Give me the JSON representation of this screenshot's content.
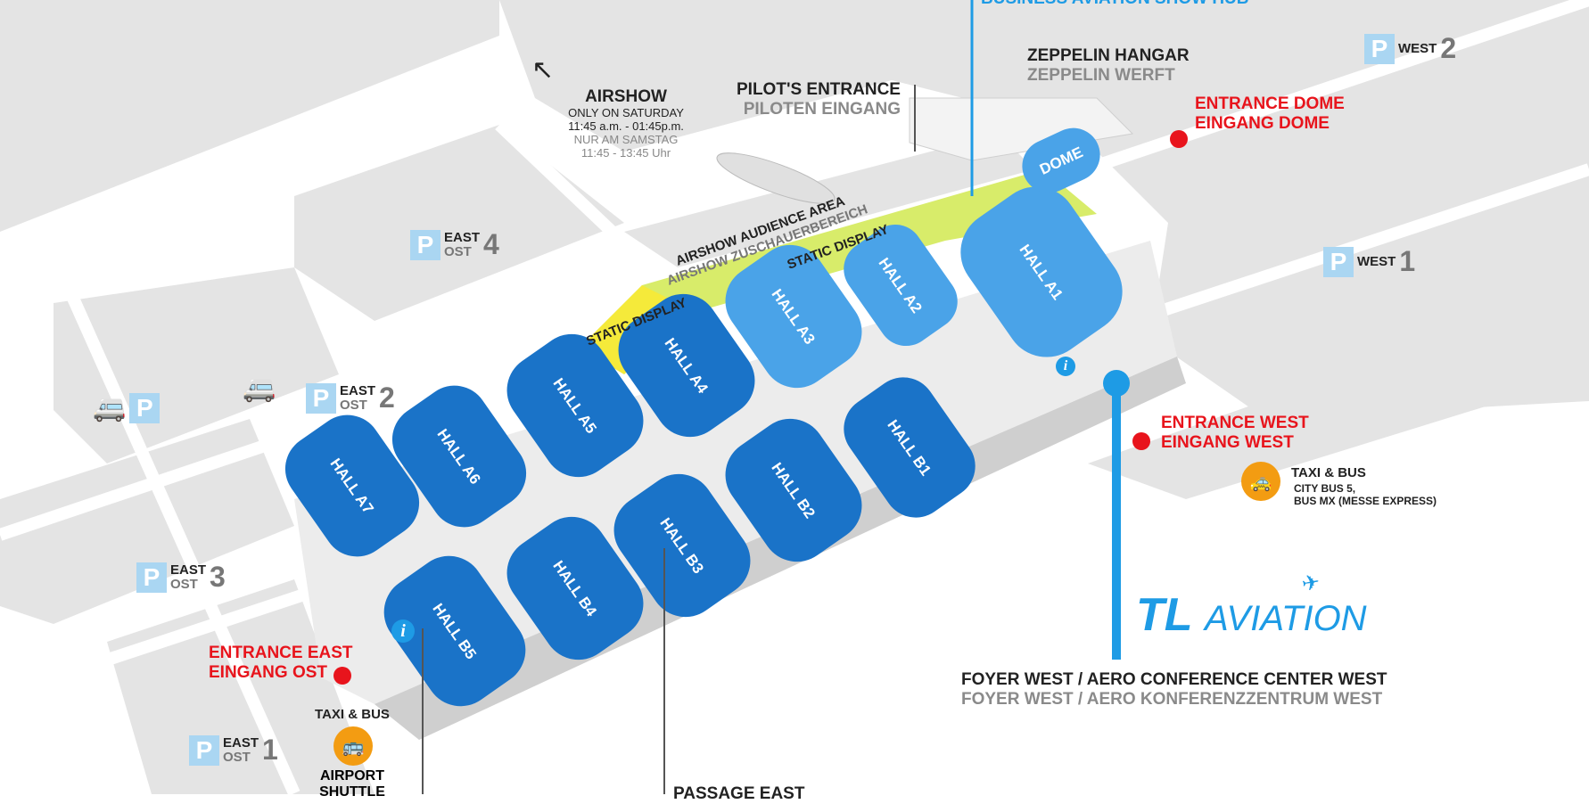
{
  "colors": {
    "hall": "#1a73c8",
    "hall_light": "#4aa3e8",
    "accent": "#1e9be5",
    "entrance": "#e8141c",
    "static_display": "#f5ea3a",
    "parking": "#aad6f2",
    "taxi": "#f39c12",
    "ground": "#e4e4e4"
  },
  "header": {
    "business_aviation": "BUSINESS AVIATION SHOW HUB"
  },
  "airshow": {
    "title": "AIRSHOW",
    "line1": "ONLY ON SATURDAY",
    "line2": "11:45 a.m. - 01:45p.m.",
    "line3": "NUR AM SAMSTAG",
    "line4": "11:45 - 13:45 Uhr",
    "icon": "arrow-up-left-icon"
  },
  "pilot_entrance": {
    "en": "PILOT'S ENTRANCE",
    "de": "PILOTEN EINGANG"
  },
  "zeppelin": {
    "en": "ZEPPELIN HANGAR",
    "de": "ZEPPELIN WERFT"
  },
  "entrance_dome": {
    "en": "ENTRANCE DOME",
    "de": "EINGANG DOME"
  },
  "entrance_west": {
    "en": "ENTRANCE WEST",
    "de": "EINGANG WEST"
  },
  "entrance_east": {
    "en": "ENTRANCE EAST",
    "de": "EINGANG OST"
  },
  "taxi_west": {
    "title": "TAXI & BUS",
    "line1": "CITY BUS 5,",
    "line2": "BUS MX (MESSE EXPRESS)"
  },
  "taxi_east": {
    "title": "TAXI & BUS",
    "sub": "AIRPORT SHUTTLE"
  },
  "foyer": {
    "en": "FOYER WEST / AERO CONFERENCE CENTER WEST",
    "de": "FOYER WEST / AERO KONFERENZZENTRUM WEST"
  },
  "passage": "PASSAGE EAST",
  "areas": {
    "audience_en": "AIRSHOW AUDIENCE AREA",
    "audience_de": "AIRSHOW ZUSCHAUERBEREICH",
    "static1": "STATIC DISPLAY",
    "static2": "STATIC DISPLAY"
  },
  "parking": [
    {
      "p": "P",
      "en": "WEST",
      "de": "",
      "num": "2"
    },
    {
      "p": "P",
      "en": "WEST",
      "de": "",
      "num": "1"
    },
    {
      "p": "P",
      "en": "EAST",
      "de": "OST",
      "num": "4"
    },
    {
      "p": "P",
      "en": "EAST",
      "de": "OST",
      "num": "2"
    },
    {
      "p": "P",
      "en": "EAST",
      "de": "OST",
      "num": "3"
    },
    {
      "p": "P",
      "en": "EAST",
      "de": "OST",
      "num": "1"
    },
    {
      "p": "P",
      "en": "",
      "de": "",
      "num": ""
    }
  ],
  "halls": [
    "HALL A1",
    "HALL A2",
    "HALL A3",
    "HALL A4",
    "HALL A5",
    "HALL A6",
    "HALL A7",
    "HALL B1",
    "HALL B2",
    "HALL B3",
    "HALL B4",
    "HALL B5",
    "DOME"
  ],
  "info_icon": "i",
  "logo": {
    "text": "TL AVIATION"
  }
}
